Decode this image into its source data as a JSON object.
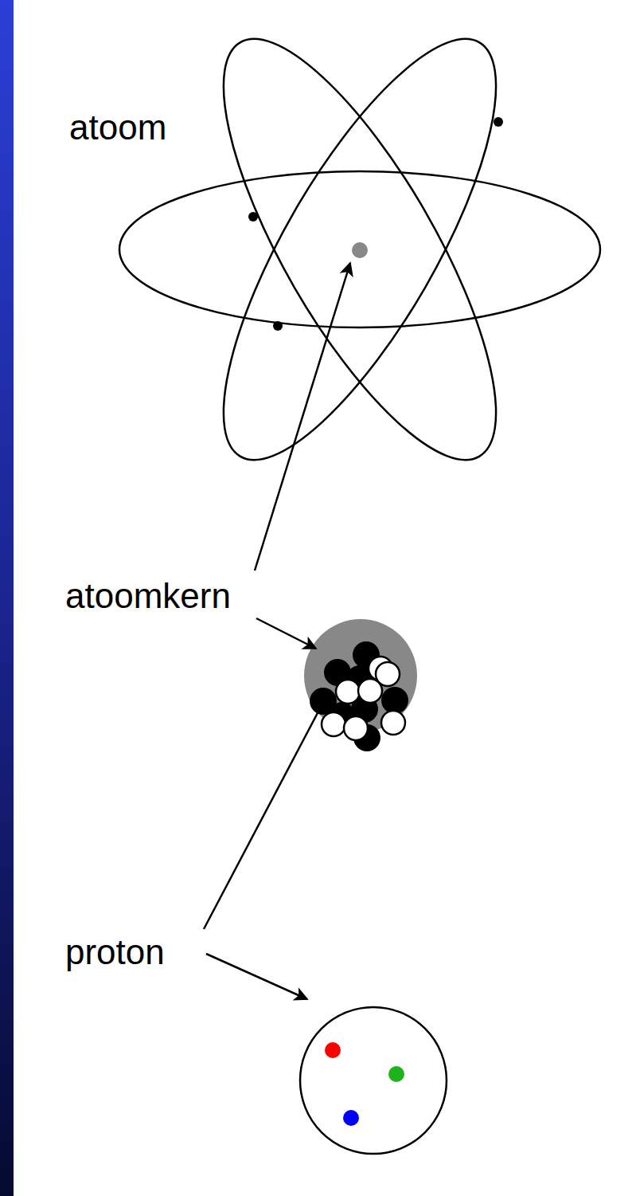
{
  "diagram": {
    "labels": [
      "atoom",
      "atoomkern",
      "proton"
    ]
  }
}
